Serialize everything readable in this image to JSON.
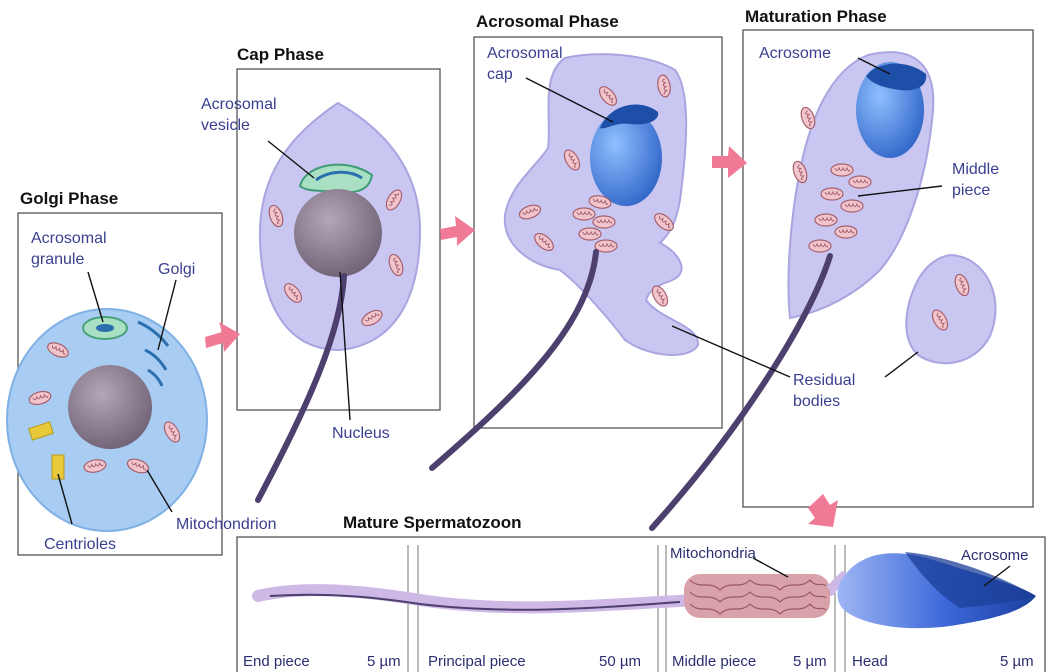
{
  "phases": {
    "golgi": {
      "title": "Golgi Phase",
      "acrosomal_granule": [
        "Acrosomal",
        "granule"
      ],
      "golgi": "Golgi",
      "centrioles": "Centrioles",
      "mitochondrion": "Mitochondrion"
    },
    "cap": {
      "title": "Cap Phase",
      "acrosomal_vesicle": [
        "Acrosomal",
        "vesicle"
      ],
      "nucleus": "Nucleus"
    },
    "acrosomal": {
      "title": "Acrosomal Phase",
      "acrosomal_cap": [
        "Acrosomal",
        "cap"
      ]
    },
    "maturation": {
      "title": "Maturation Phase",
      "acrosome": "Acrosome",
      "middle_piece": [
        "Middle",
        "piece"
      ],
      "residual_bodies": [
        "Residual",
        "bodies"
      ]
    }
  },
  "mature": {
    "title": "Mature Spermatozoon",
    "mitochondria": "Mitochondria",
    "acrosome": "Acrosome",
    "segments": [
      {
        "name": "End piece",
        "size": "5 µm"
      },
      {
        "name": "Principal piece",
        "size": "50 µm"
      },
      {
        "name": "Middle piece",
        "size": "5 µm"
      },
      {
        "name": "Head",
        "size": "5 µm"
      }
    ]
  },
  "colors": {
    "cytoplasm_blue": "#a9cdf2",
    "cytoplasm_lavender": "#c9c6f1",
    "nucleus": "#8f8095",
    "acrosome": "#2f63c8",
    "mitochondria": "#c98a95",
    "tail": "#4d3f6e",
    "arrow": "#f07a95"
  }
}
